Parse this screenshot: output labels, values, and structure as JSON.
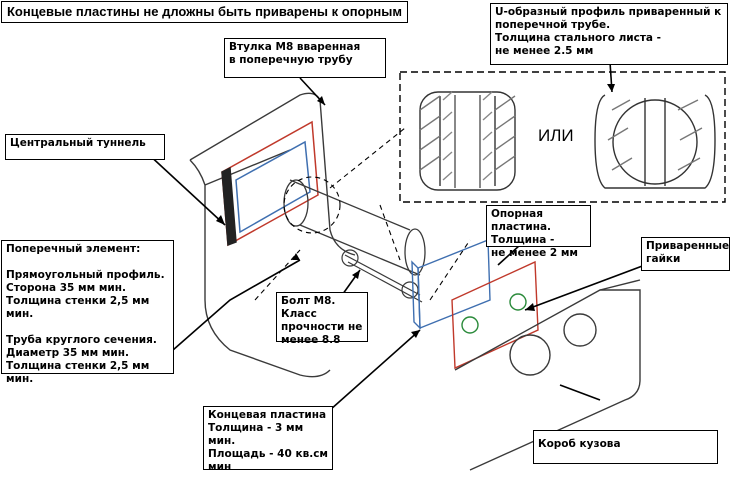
{
  "labels": {
    "title": "Концевые пластины не дложны быть приварены к опорным",
    "sleeve": "Втулка М8 вваренная\nв поперечную трубу",
    "u_profile": "U-образный профиль приваренный к\nпоперечной трубе.\nТолщина стального листа -\nне менее 2.5 мм",
    "central_tunnel": "Центральный туннель",
    "cross_member": "Поперечный элемент:\n\nПрямоугольный профиль.\nСторона 35 мм мин.\nТолщина стенки 2,5 мм мин.\n\nТруба круглого сечения.\nДиаметр 35 мм мин.\nТолщина стенки 2,5 мм мин.",
    "support_plate": "Опорная пластина.\nТолщина -\nне менее 2 мм",
    "welded_nuts": "Приваренные\nгайки",
    "bolt": "Болт М8. Класс\nпрочности не\nменее 8.8",
    "end_plate": "Концевая пластина\nТолщина - 3 мм мин.\nПлощадь - 40 кв.см\nмин",
    "body_box": "Короб кузова",
    "or": "ИЛИ"
  },
  "colors": {
    "line": "#3a3a3a",
    "part_blue": "#3f6fb0",
    "part_red": "#c0392b",
    "hatch": "#555555"
  }
}
